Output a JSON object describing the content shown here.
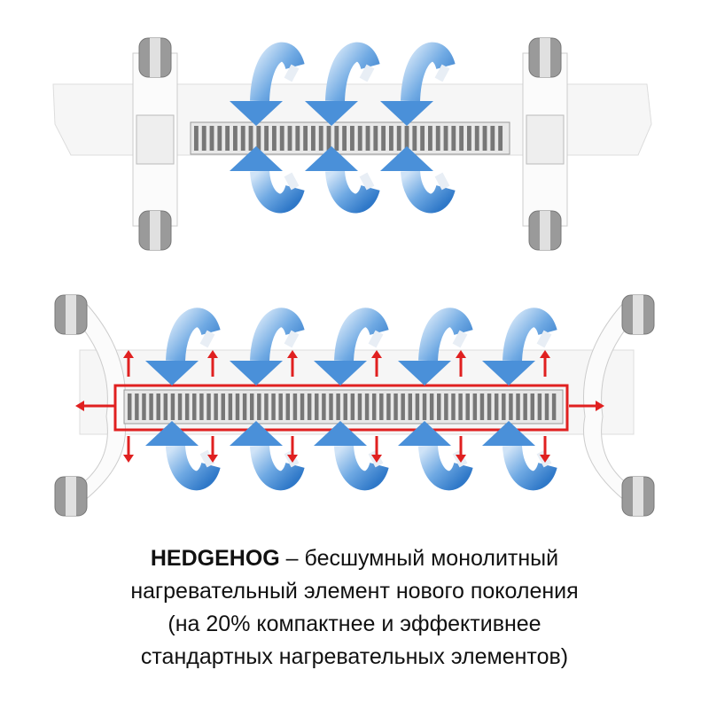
{
  "caption": {
    "brand": "HEDGEHOG",
    "line1_rest": " – бесшумный монолитный",
    "line2": "нагревательный элемент нового поколения",
    "line3": "(на 20% компактнее и эффективнее",
    "line4": "стандартных нагревательных элементов)"
  },
  "colors": {
    "airflow": "#4a90d9",
    "heat": "#e02020",
    "body": "#f4f4f4"
  }
}
